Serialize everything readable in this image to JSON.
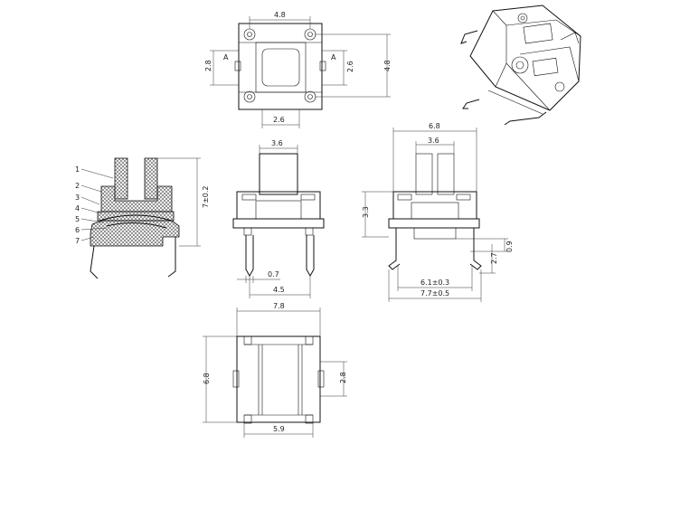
{
  "top_view": {
    "dim_width_top": "4.8",
    "dim_left_height": "2.8",
    "dim_inner_right": "2.6",
    "dim_outer_right": "4.8",
    "dim_bottom": "2.6",
    "section_mark_left": "A",
    "section_mark_right": "A"
  },
  "section_view": {
    "callouts": [
      "1",
      "2",
      "3",
      "4",
      "5",
      "6",
      "7"
    ],
    "dim_height": "7±0.2"
  },
  "front_view": {
    "dim_top": "3.6",
    "dim_pin": "0.7",
    "dim_pitch": "4.5"
  },
  "side_view": {
    "dim_width": "6.8",
    "dim_stem": "3.6",
    "dim_body_height": "3.3",
    "dim_standoff": "0.9",
    "dim_pin_length": "2.7",
    "dim_pin_span": "6.1±0.3",
    "dim_overall": "7.7±0.5"
  },
  "bottom_view": {
    "dim_top": "7.8",
    "dim_left": "6.8",
    "dim_right": "2.8",
    "dim_bottom": "5.9"
  },
  "colors": {
    "line": "#111111",
    "background": "#ffffff",
    "hatch": "#555555"
  }
}
